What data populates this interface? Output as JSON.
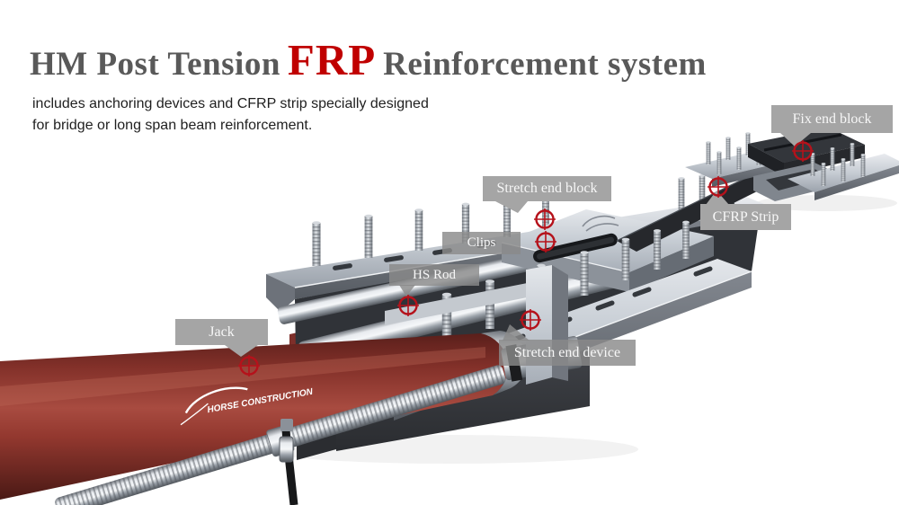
{
  "header": {
    "title_prefix": "HM Post Tension",
    "title_highlight": "FRP",
    "title_suffix": "Reinforcement system",
    "subtitle_line1": "includes anchoring devices and CFRP strip specially designed",
    "subtitle_line2": "for bridge or long span beam reinforcement."
  },
  "diagram": {
    "labels": {
      "jack": "Jack",
      "hs_rod": "HS Rod",
      "clips": "Clips",
      "stretch_end_block": "Stretch end block",
      "stretch_end_device": "Stretch end device",
      "cfrp_strip": "CFRP Strip",
      "fix_end_block": "Fix end block"
    },
    "jack_brand": "HORSE CONSTRUCTION",
    "colors": {
      "accent_red": "#c00000",
      "marker_red": "#b5121b",
      "label_gray": "#a5a5a5",
      "title_gray": "#595959",
      "jack_red": "#8e3a34",
      "cfrp_dark": "#26282c"
    }
  }
}
